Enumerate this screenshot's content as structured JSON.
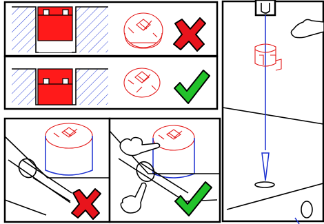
{
  "diagram": {
    "panels": [
      {
        "id": "top-left-1",
        "verdict": "wrong"
      },
      {
        "id": "top-left-2",
        "verdict": "correct"
      },
      {
        "id": "bottom-left-1",
        "verdict": "wrong"
      },
      {
        "id": "bottom-left-2",
        "verdict": "correct"
      },
      {
        "id": "right-drop-alignment",
        "verdict": "none"
      }
    ],
    "colors": {
      "cam_fitting": "#ff1a1a",
      "plumb_line": "#1a2fd0",
      "cross_mark": "#e8141c",
      "check_mark": "#22c22a",
      "hatch": "#2a3fd8"
    },
    "icons": [
      "cross-icon",
      "check-icon",
      "pointing-hand-icon",
      "cam-lock-icon",
      "plumb-bob-icon",
      "screw-head-icon"
    ]
  }
}
